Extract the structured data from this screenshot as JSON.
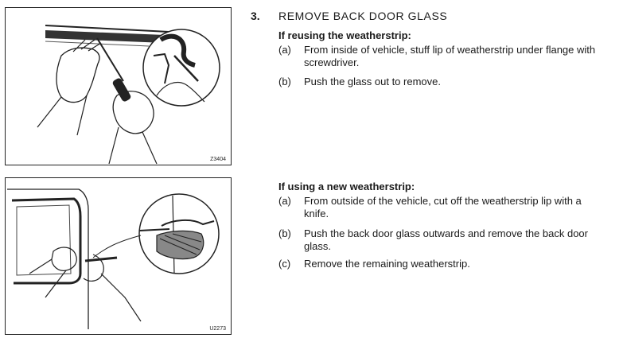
{
  "figures": [
    {
      "code": "Z3404"
    },
    {
      "code": "U2273"
    }
  ],
  "step": {
    "number": "3.",
    "title": "REMOVE BACK DOOR GLASS"
  },
  "sections": [
    {
      "heading": "If reusing the weatherstrip:",
      "items": [
        {
          "label": "(a)",
          "text": "From inside of vehicle, stuff lip of weatherstrip under flange with screwdriver."
        },
        {
          "label": "(b)",
          "text": "Push the glass out to remove."
        }
      ]
    },
    {
      "heading": "If using a new weatherstrip:",
      "items": [
        {
          "label": "(a)",
          "text": "From outside of the vehicle, cut off the weatherstrip lip with a knife."
        },
        {
          "label": "(b)",
          "text": "Push the back door glass outwards and remove the back door glass."
        },
        {
          "label": "(c)",
          "text": "Remove the remaining weatherstrip."
        }
      ]
    }
  ]
}
